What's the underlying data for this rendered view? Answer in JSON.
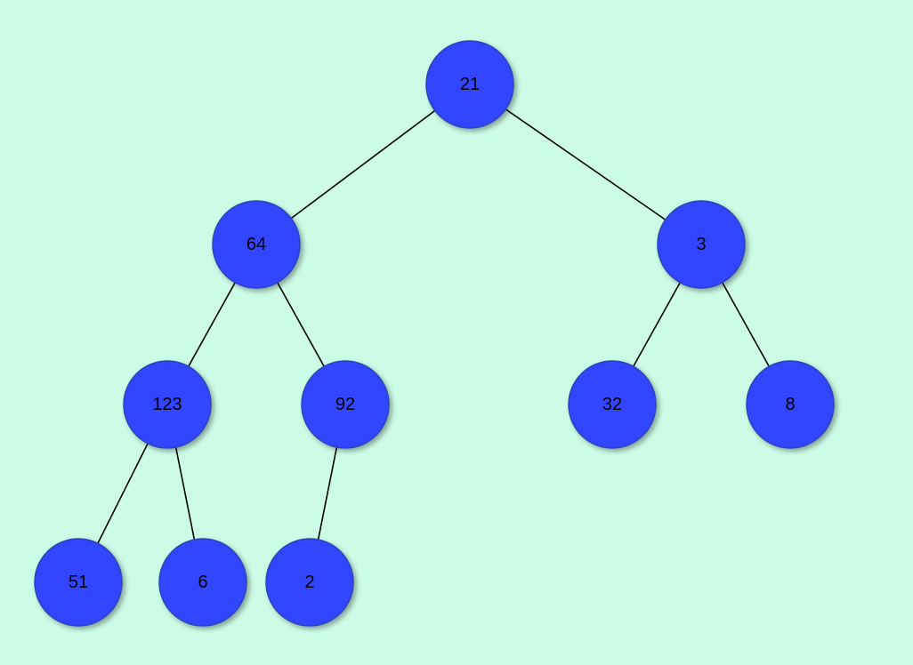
{
  "tree": {
    "node_fill": "#3344ff",
    "nodes": [
      {
        "id": "n21",
        "label": "21"
      },
      {
        "id": "n64",
        "label": "64"
      },
      {
        "id": "n3",
        "label": "3"
      },
      {
        "id": "n123",
        "label": "123"
      },
      {
        "id": "n92",
        "label": "92"
      },
      {
        "id": "n32",
        "label": "32"
      },
      {
        "id": "n8",
        "label": "8"
      },
      {
        "id": "n51",
        "label": "51"
      },
      {
        "id": "n6",
        "label": "6"
      },
      {
        "id": "n2",
        "label": "2"
      }
    ],
    "edges": [
      {
        "from": "n21",
        "to": "n64"
      },
      {
        "from": "n21",
        "to": "n3"
      },
      {
        "from": "n64",
        "to": "n123"
      },
      {
        "from": "n64",
        "to": "n92"
      },
      {
        "from": "n3",
        "to": "n32"
      },
      {
        "from": "n3",
        "to": "n8"
      },
      {
        "from": "n123",
        "to": "n51"
      },
      {
        "from": "n123",
        "to": "n6"
      },
      {
        "from": "n92",
        "to": "n2"
      }
    ]
  }
}
